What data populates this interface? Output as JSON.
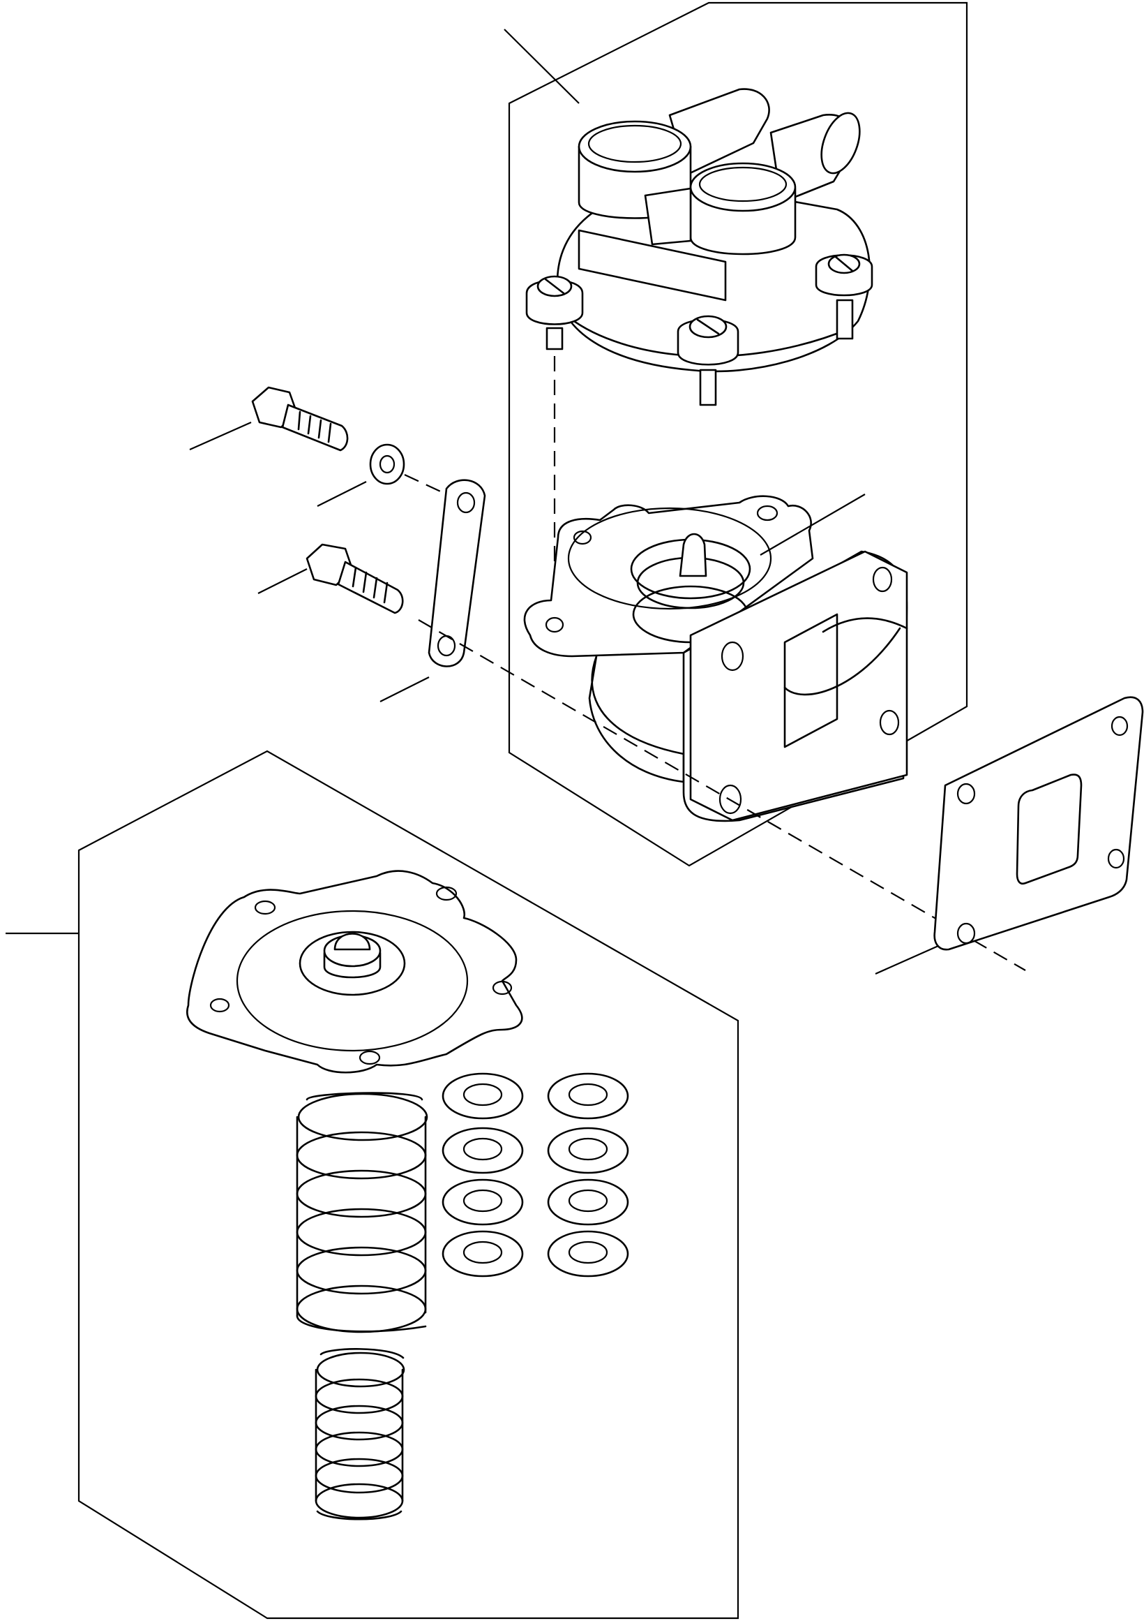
{
  "figure": {
    "background": "#ffffff",
    "stroke_color": "#000000",
    "labels": [],
    "groups": [
      {
        "name": "valve-assembly-group",
        "parts": [
          "valve-upper-body",
          "valve-lower-housing"
        ]
      },
      {
        "name": "repair-kit-group",
        "parts": [
          "diaphragm",
          "large-spring",
          "small-spring",
          "washers"
        ]
      }
    ],
    "loose_parts": [
      "bolt-upper",
      "bolt-lower",
      "flat-washer",
      "link-plate",
      "flange-gasket"
    ]
  }
}
